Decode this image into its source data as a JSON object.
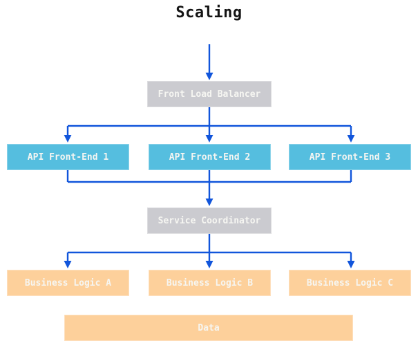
{
  "title": "Scaling",
  "colors": {
    "arrow": "#1155db",
    "gray_box": "#cbcbd0",
    "cyan_box": "#55bedf",
    "peach_box": "#fdd09b",
    "box_text": "#f6f6f2",
    "title_text": "#141414"
  },
  "nodes": {
    "front_load_balancer": {
      "label": "Front Load Balancer"
    },
    "api_front_ends": [
      {
        "label": "API Front-End 1"
      },
      {
        "label": "API Front-End 2"
      },
      {
        "label": "API Front-End 3"
      }
    ],
    "service_coordinator": {
      "label": "Service Coordinator"
    },
    "business_logic": [
      {
        "label": "Business Logic A"
      },
      {
        "label": "Business Logic B"
      },
      {
        "label": "Business Logic C"
      }
    ],
    "data_store": {
      "label": "Data"
    }
  }
}
